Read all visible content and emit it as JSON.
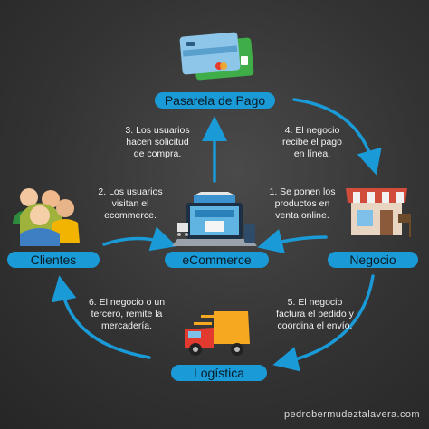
{
  "accent_color": "#1a9ad6",
  "nodes": {
    "pasarela": {
      "label": "Pasarela de Pago",
      "icon": "credit-cards-icon"
    },
    "clientes": {
      "label": "Clientes",
      "icon": "users-group-icon"
    },
    "ecommerce": {
      "label": "eCommerce",
      "icon": "laptop-store-icon"
    },
    "negocio": {
      "label": "Negocio",
      "icon": "storefront-icon"
    },
    "logistica": {
      "label": "Logística",
      "icon": "delivery-truck-icon"
    }
  },
  "steps": {
    "s1": {
      "lines": [
        "1. Se ponen los",
        "productos en",
        "venta online."
      ]
    },
    "s2": {
      "lines": [
        "2. Los usuarios",
        "visitan el",
        "ecommerce."
      ]
    },
    "s3": {
      "lines": [
        "3. Los usuarios",
        "hacen solicitud",
        "de compra."
      ]
    },
    "s4": {
      "lines": [
        "4. El negocio",
        "recibe el pago",
        "en línea."
      ]
    },
    "s5": {
      "lines": [
        "5. El negocio",
        "factura el pedido y",
        "coordina el envío."
      ]
    },
    "s6": {
      "lines": [
        "6. El negocio o un",
        "tercero, remite la",
        "mercadería."
      ]
    }
  },
  "footer": "pedrobermudeztalavera.com"
}
